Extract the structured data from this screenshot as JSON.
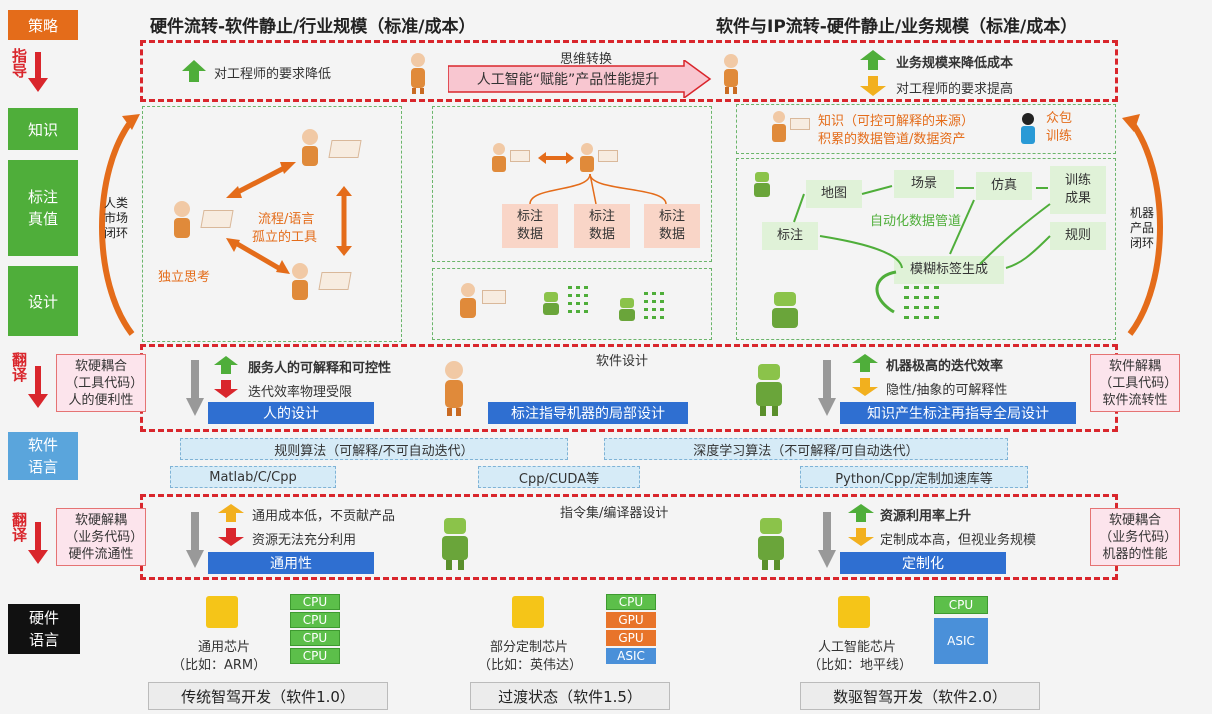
{
  "left_labels": {
    "strategy": "策略",
    "guide": "指导",
    "knowledge": "知识",
    "label_truth": "标注真值",
    "design": "设计",
    "translate1": "翻译",
    "software_lang": "软件语言",
    "translate2": "翻译",
    "hardware_lang": "硬件语言"
  },
  "headers": {
    "left": "硬件流转-软件静止/行业规模（标准/成本）",
    "right": "软件与IP流转-硬件静止/业务规模（标准/成本）"
  },
  "guide_row": {
    "left_up": "对工程师的要求降低",
    "think_shift": "思维转换",
    "arrow_text": "人工智能“赋能”产品性能提升",
    "right_up": "业务规模来降低成本",
    "right_down": "对工程师的要求提高"
  },
  "loops": {
    "human": "人类市场闭环",
    "machine": "机器产品闭环"
  },
  "left_panel": {
    "process": "流程/语言",
    "isolated": "孤立的工具",
    "independent": "独立思考"
  },
  "mid_panel": {
    "boxes": [
      "标注数据",
      "标注数据",
      "标注数据"
    ]
  },
  "right_panel": {
    "knowledge_line1": "知识（可控可解释的来源）",
    "knowledge_line2": "积累的数据管道/数据资产",
    "crowd": "众包训练",
    "map": "地图",
    "scene": "场景",
    "sim": "仿真",
    "train": "训练成果",
    "rules": "规则",
    "label": "标注",
    "pipeline": "自动化数据管道",
    "fuzzy": "模糊标签生成"
  },
  "software_design": {
    "title": "软件设计",
    "left_pink": "软硬耦合（工具代码）人的便利性",
    "up_text": "服务人的可解释和可控性",
    "down_text": "迭代效率物理受限",
    "bar1": "人的设计",
    "bar2": "标注指导机器的局部设计",
    "up_text_r": "机器极高的迭代效率",
    "down_text_r": "隐性/抽象的可解释性",
    "bar3": "知识产生标注再指导全局设计",
    "right_pink": "软件解耦（工具代码）软件流转性"
  },
  "software_lang": {
    "rule_algo": "规则算法（可解释/不可自动迭代）",
    "dl_algo": "深度学习算法（不可解释/可自动迭代）",
    "lang1": "Matlab/C/Cpp",
    "lang2": "Cpp/CUDA等",
    "lang3": "Python/Cpp/定制加速库等"
  },
  "compiler_design": {
    "title": "指令集/编译器设计",
    "left_pink": "软硬解耦（业务代码）硬件流通性",
    "up_text": "通用成本低，不贡献产品",
    "down_text": "资源无法充分利用",
    "bar1": "通用性",
    "up_text_r": "资源利用率上升",
    "down_text_r": "定制成本高，但视业务规模",
    "bar2": "定制化",
    "right_pink": "软硬耦合（业务代码）机器的性能"
  },
  "hardware": {
    "chip1": "通用芯片",
    "chip1_eg": "（比如：ARM）",
    "chip2": "部分定制芯片",
    "chip2_eg": "（比如：英伟达）",
    "chip3": "人工智能芯片",
    "chip3_eg": "（比如：地平线）",
    "stack1": [
      "CPU",
      "CPU",
      "CPU",
      "CPU"
    ],
    "stack2": [
      "CPU",
      "GPU",
      "GPU",
      "ASIC"
    ],
    "stack3": [
      "CPU",
      "ASIC"
    ]
  },
  "footer": {
    "f1": "传统智驾开发（软件1.0）",
    "f2": "过渡状态（软件1.5）",
    "f3": "数驱智驾开发（软件2.0）"
  },
  "colors": {
    "red": "#d9262c",
    "green": "#4fae3a",
    "blue": "#2f6fd1",
    "orange": "#e46c1a"
  }
}
